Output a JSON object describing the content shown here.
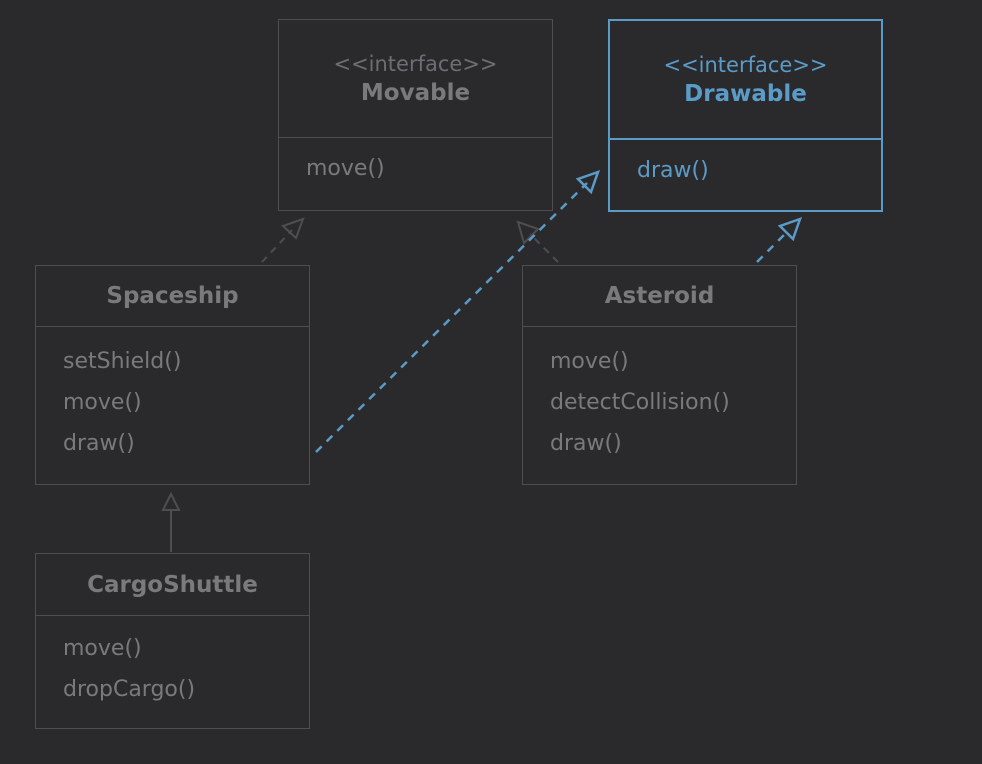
{
  "colors": {
    "background": "#2a2a2c",
    "box_border": "#4e4e51",
    "text": "#7a7a7d",
    "highlight": "#5b9bc7"
  },
  "boxes": {
    "movable": {
      "stereotype": "<<interface>>",
      "name": "Movable",
      "methods": [
        "move()"
      ]
    },
    "drawable": {
      "stereotype": "<<interface>>",
      "name": "Drawable",
      "methods": [
        "draw()"
      ]
    },
    "spaceship": {
      "name": "Spaceship",
      "methods": [
        "setShield()",
        "move()",
        "draw()"
      ]
    },
    "asteroid": {
      "name": "Asteroid",
      "methods": [
        "move()",
        "detectCollision()",
        "draw()"
      ]
    },
    "cargoshuttle": {
      "name": "CargoShuttle",
      "methods": [
        "move()",
        "dropCargo()"
      ]
    }
  },
  "relations": [
    {
      "from": "Spaceship",
      "to": "Movable",
      "kind": "realization",
      "highlighted": false
    },
    {
      "from": "Asteroid",
      "to": "Movable",
      "kind": "realization",
      "highlighted": false
    },
    {
      "from": "Spaceship",
      "to": "Drawable",
      "kind": "realization",
      "highlighted": true
    },
    {
      "from": "Asteroid",
      "to": "Drawable",
      "kind": "realization",
      "highlighted": true
    },
    {
      "from": "CargoShuttle",
      "to": "Spaceship",
      "kind": "generalization",
      "highlighted": false
    }
  ]
}
